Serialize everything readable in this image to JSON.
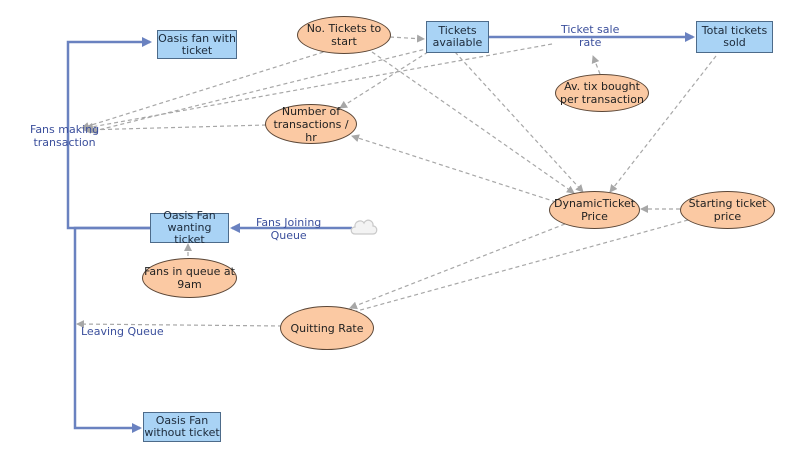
{
  "colors": {
    "flow": "#6a82c0",
    "link": "#a7a7a7",
    "stock_fill": "#a9d3f5",
    "stock_border": "#4d6b8a",
    "aux_fill": "#fbc9a3",
    "aux_border": "#5b4636",
    "flow_text": "#3b4f9c"
  },
  "stocks": {
    "fan_with_ticket": "Oasis fan with\nticket",
    "fan_wanting_ticket": "Oasis Fan\nwanting ticket",
    "fan_without_ticket": "Oasis Fan\nwithout ticket",
    "tickets_available": "Tickets\navailable",
    "total_tickets_sold": "Total tickets\nsold"
  },
  "flows": {
    "fans_making_transaction": "Fans making\ntransaction",
    "fans_joining_queue": "Fans Joining\nQueue",
    "leaving_queue": "Leaving Queue",
    "ticket_sale_rate": "Ticket sale\nrate"
  },
  "variables": {
    "tickets_to_start": "No. Tickets to\nstart",
    "transactions_per_hour": "Number of\ntransactions / hr",
    "avg_tix_per_transaction": "Av. tix bought\nper transaction",
    "dynamic_ticket_price": "DynamicTicket\nPrice",
    "starting_ticket_price": "Starting ticket\nprice",
    "fans_in_queue_9am": "Fans in queue at\n9am",
    "quitting_rate": "Quitting Rate"
  },
  "icons": {
    "source": "cloud-icon"
  }
}
